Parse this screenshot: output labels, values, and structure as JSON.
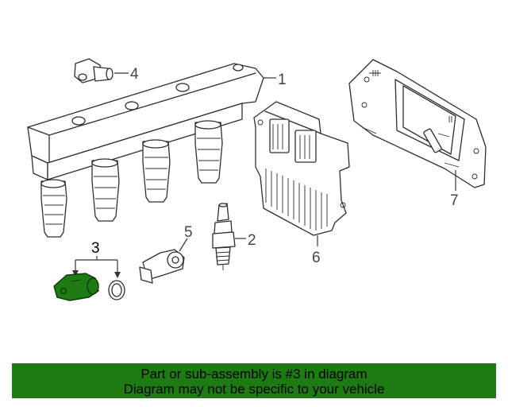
{
  "callouts": {
    "c1": "1",
    "c2": "2",
    "c3": "3",
    "c4": "4",
    "c5": "5",
    "c6": "6",
    "c7": "7"
  },
  "banner": {
    "line1": "Part or sub-assembly is #3 in diagram",
    "line2": "Diagram may not be specific to your vehicle"
  },
  "colors": {
    "highlight": "#1e7a12",
    "banner_bg": "#1e7a12"
  }
}
